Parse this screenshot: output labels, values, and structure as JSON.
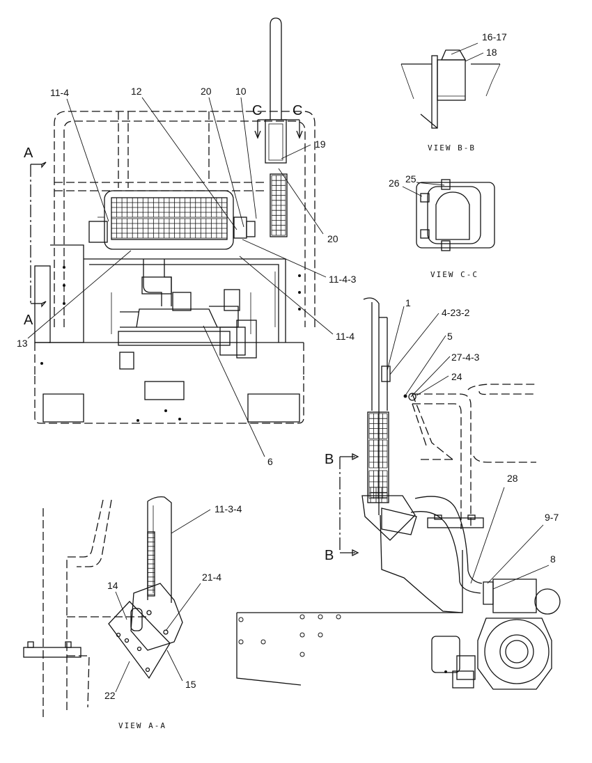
{
  "labels": {
    "l_11_4_a": "11-4",
    "l_12": "12",
    "l_20_a": "20",
    "l_10": "10",
    "l_c_left": "C",
    "l_c_right": "C",
    "l_19": "19",
    "l_20_b": "20",
    "l_a_top": "A",
    "l_a_bottom": "A",
    "l_13": "13",
    "l_11_4_3": "11-4-3",
    "l_11_4_b": "11-4",
    "l_6": "6",
    "l_16_17": "16-17",
    "l_18": "18",
    "l_25": "25",
    "l_26": "26",
    "l_1": "1",
    "l_4_23_2": "4-23-2",
    "l_5": "5",
    "l_27_4_3": "27-4-3",
    "l_24": "24",
    "l_b_top": "B",
    "l_b_bottom": "B",
    "l_28": "28",
    "l_9_7": "9-7",
    "l_8": "8",
    "l_11_3_4": "11-3-4",
    "l_14": "14",
    "l_21_4": "21-4",
    "l_22": "22",
    "l_15": "15"
  },
  "views": {
    "view_b_b": "VIEW B-B",
    "view_c_c": "VIEW C-C",
    "view_a_a": "VIEW A-A"
  }
}
